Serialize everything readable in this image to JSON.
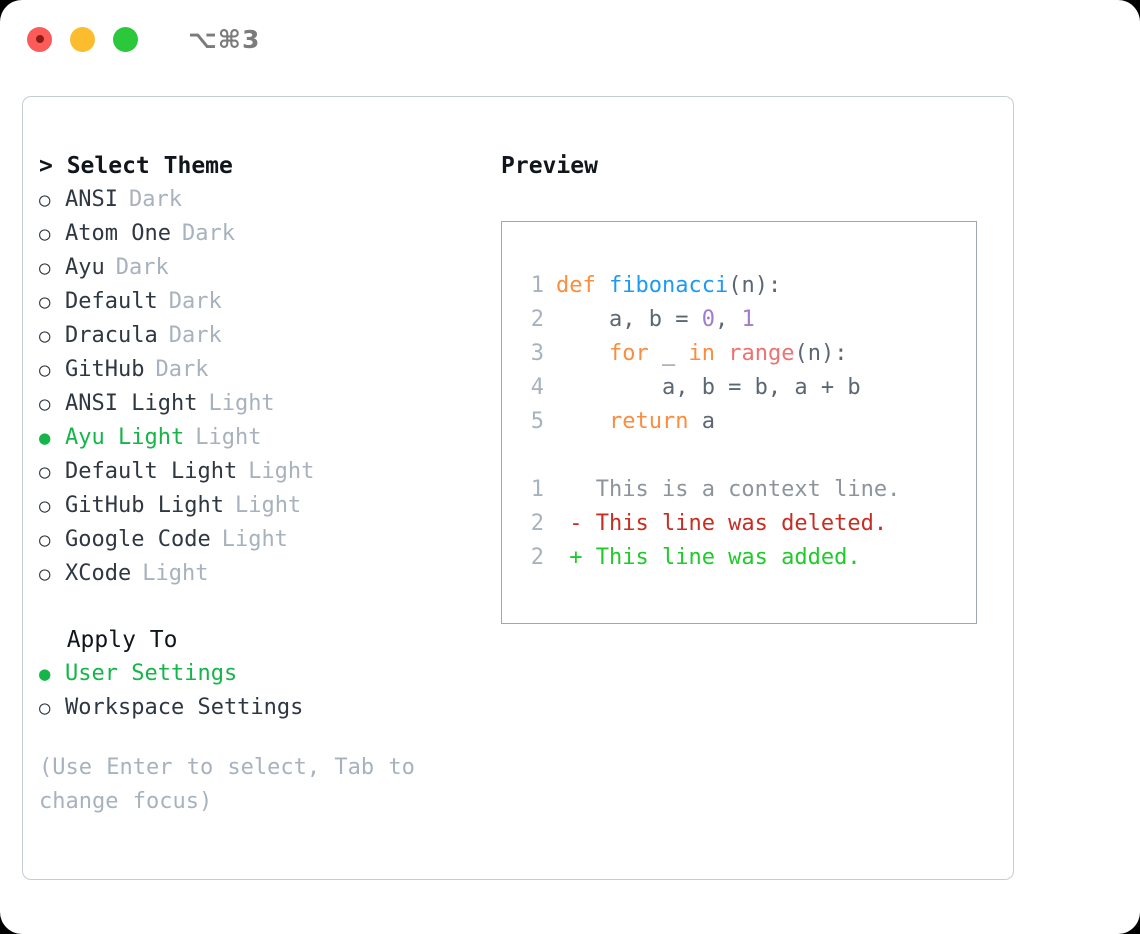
{
  "titlebar": {
    "shortcut": "⌥⌘3",
    "lights": [
      "close",
      "minimize",
      "zoom"
    ]
  },
  "theme_section": {
    "header": "> Select Theme",
    "options": [
      {
        "marker": "○",
        "label": "ANSI",
        "tag": "Dark",
        "selected": false
      },
      {
        "marker": "○",
        "label": "Atom One",
        "tag": "Dark",
        "selected": false
      },
      {
        "marker": "○",
        "label": "Ayu",
        "tag": "Dark",
        "selected": false
      },
      {
        "marker": "○",
        "label": "Default",
        "tag": "Dark",
        "selected": false
      },
      {
        "marker": "○",
        "label": "Dracula",
        "tag": "Dark",
        "selected": false
      },
      {
        "marker": "○",
        "label": "GitHub",
        "tag": "Dark",
        "selected": false
      },
      {
        "marker": "○",
        "label": "ANSI Light",
        "tag": "Light",
        "selected": false
      },
      {
        "marker": "●",
        "label": "Ayu Light",
        "tag": "Light",
        "selected": true
      },
      {
        "marker": "○",
        "label": "Default Light",
        "tag": "Light",
        "selected": false
      },
      {
        "marker": "○",
        "label": "GitHub Light",
        "tag": "Light",
        "selected": false
      },
      {
        "marker": "○",
        "label": "Google Code",
        "tag": "Light",
        "selected": false
      },
      {
        "marker": "○",
        "label": "XCode",
        "tag": "Light",
        "selected": false
      }
    ]
  },
  "apply_section": {
    "header": "  Apply To",
    "options": [
      {
        "marker": "●",
        "label": "User Settings",
        "selected": true
      },
      {
        "marker": "○",
        "label": "Workspace Settings",
        "selected": false
      }
    ]
  },
  "hint": "(Use Enter to select, Tab to change focus)",
  "preview": {
    "title": "Preview",
    "code_lines": [
      {
        "num": "1",
        "tokens": [
          {
            "t": "def ",
            "c": "t-kw"
          },
          {
            "t": "fibonacci",
            "c": "t-fn"
          },
          {
            "t": "(n):",
            "c": "t-txt"
          }
        ]
      },
      {
        "num": "2",
        "tokens": [
          {
            "t": "    a, b = ",
            "c": "t-txt"
          },
          {
            "t": "0",
            "c": "t-num"
          },
          {
            "t": ", ",
            "c": "t-txt"
          },
          {
            "t": "1",
            "c": "t-num"
          }
        ]
      },
      {
        "num": "3",
        "tokens": [
          {
            "t": "    ",
            "c": "t-txt"
          },
          {
            "t": "for",
            "c": "t-kw"
          },
          {
            "t": " _ ",
            "c": "t-txt"
          },
          {
            "t": "in",
            "c": "t-kw"
          },
          {
            "t": " ",
            "c": "t-txt"
          },
          {
            "t": "range",
            "c": "t-bi"
          },
          {
            "t": "(n):",
            "c": "t-txt"
          }
        ]
      },
      {
        "num": "4",
        "tokens": [
          {
            "t": "        a, b = b, a + b",
            "c": "t-txt"
          }
        ]
      },
      {
        "num": "5",
        "tokens": [
          {
            "t": "    ",
            "c": "t-txt"
          },
          {
            "t": "return",
            "c": "t-kw"
          },
          {
            "t": " a",
            "c": "t-txt"
          }
        ]
      }
    ],
    "diff_lines": [
      {
        "num": "1",
        "tokens": [
          {
            "t": "   This is a context line.",
            "c": "t-ctx"
          }
        ]
      },
      {
        "num": "2",
        "tokens": [
          {
            "t": " - This line was deleted.",
            "c": "t-del"
          }
        ]
      },
      {
        "num": "2",
        "tokens": [
          {
            "t": " + This line was added.",
            "c": "t-add"
          }
        ]
      }
    ]
  },
  "colors": {
    "selected_green": "#16b54a",
    "tag_gray": "#a8b2be",
    "keyword_orange": "#fa8d3e",
    "function_blue": "#1e9bf0",
    "number_purple": "#a37acc",
    "builtin_red": "#f07171",
    "diff_deleted": "#c72e21",
    "diff_added": "#1ecb2b",
    "panel_border": "#c6ccd4",
    "preview_border": "#9ba8b4"
  }
}
